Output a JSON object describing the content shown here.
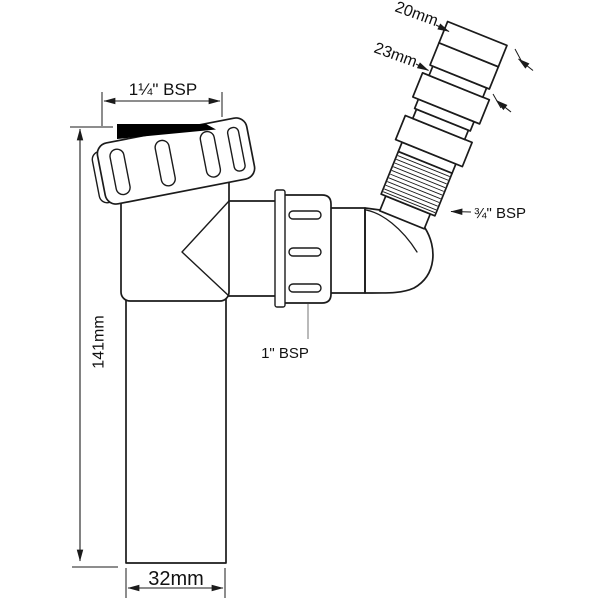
{
  "title": "Anti-syphon washing machine trap adaptor - technical drawing",
  "colors": {
    "background": "#ffffff",
    "line": "#1b1b1b",
    "seal": "#000000",
    "leader_line": "#8c8c8c",
    "text": "#111111"
  },
  "labels": {
    "inlet_thread": "1¼\" BSP",
    "hose_small": "20mm",
    "hose_large": "23mm",
    "outlet_thread": "¾\" BSP",
    "mid_thread": "1\" BSP",
    "overall_height": "141mm",
    "pipe_diameter": "32mm"
  }
}
